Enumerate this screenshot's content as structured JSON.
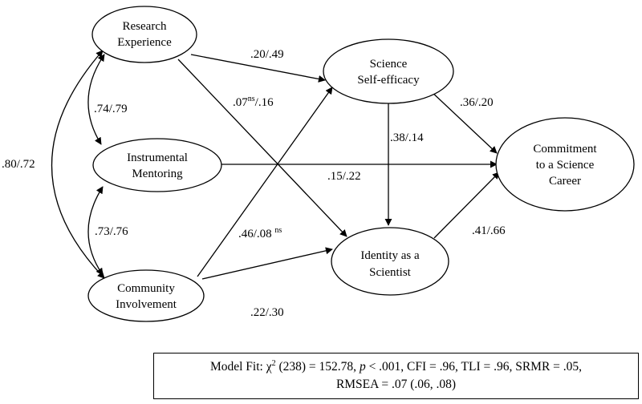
{
  "nodes": {
    "research": [
      "Research",
      "Experience"
    ],
    "mentoring": [
      "Instrumental",
      "Mentoring"
    ],
    "community": [
      "Community",
      "Involvement"
    ],
    "efficacy": [
      "Science",
      "Self-efficacy"
    ],
    "identity": [
      "Identity as a",
      "Scientist"
    ],
    "commitment": [
      "Commitment",
      "to a Science",
      "Career"
    ]
  },
  "paths": {
    "research_efficacy": ".20/.49",
    "research_identity_a": ".07",
    "research_identity_sup": "ns",
    "research_identity_b": "/.16",
    "mentoring_commitment": ".15/.22",
    "community_efficacy_a": ".46/.08 ",
    "community_efficacy_sup": "ns",
    "community_identity": ".22/.30",
    "efficacy_commitment": ".36/.20",
    "efficacy_identity": ".38/.14",
    "identity_commitment": ".41/.66"
  },
  "correlations": {
    "research_mentoring": ".74/.79",
    "mentoring_community": ".73/.76",
    "research_community": ".80/.72"
  },
  "model_fit": {
    "line1_a": "Model Fit: ",
    "chi": "χ",
    "chi_sup": "2",
    "line1_b": " (238) = 152.78, ",
    "p": "p",
    "line1_c": " < .001, CFI = .96, TLI = .96, SRMR = .05,",
    "line2": "RMSEA = .07 (.06, .08)"
  }
}
